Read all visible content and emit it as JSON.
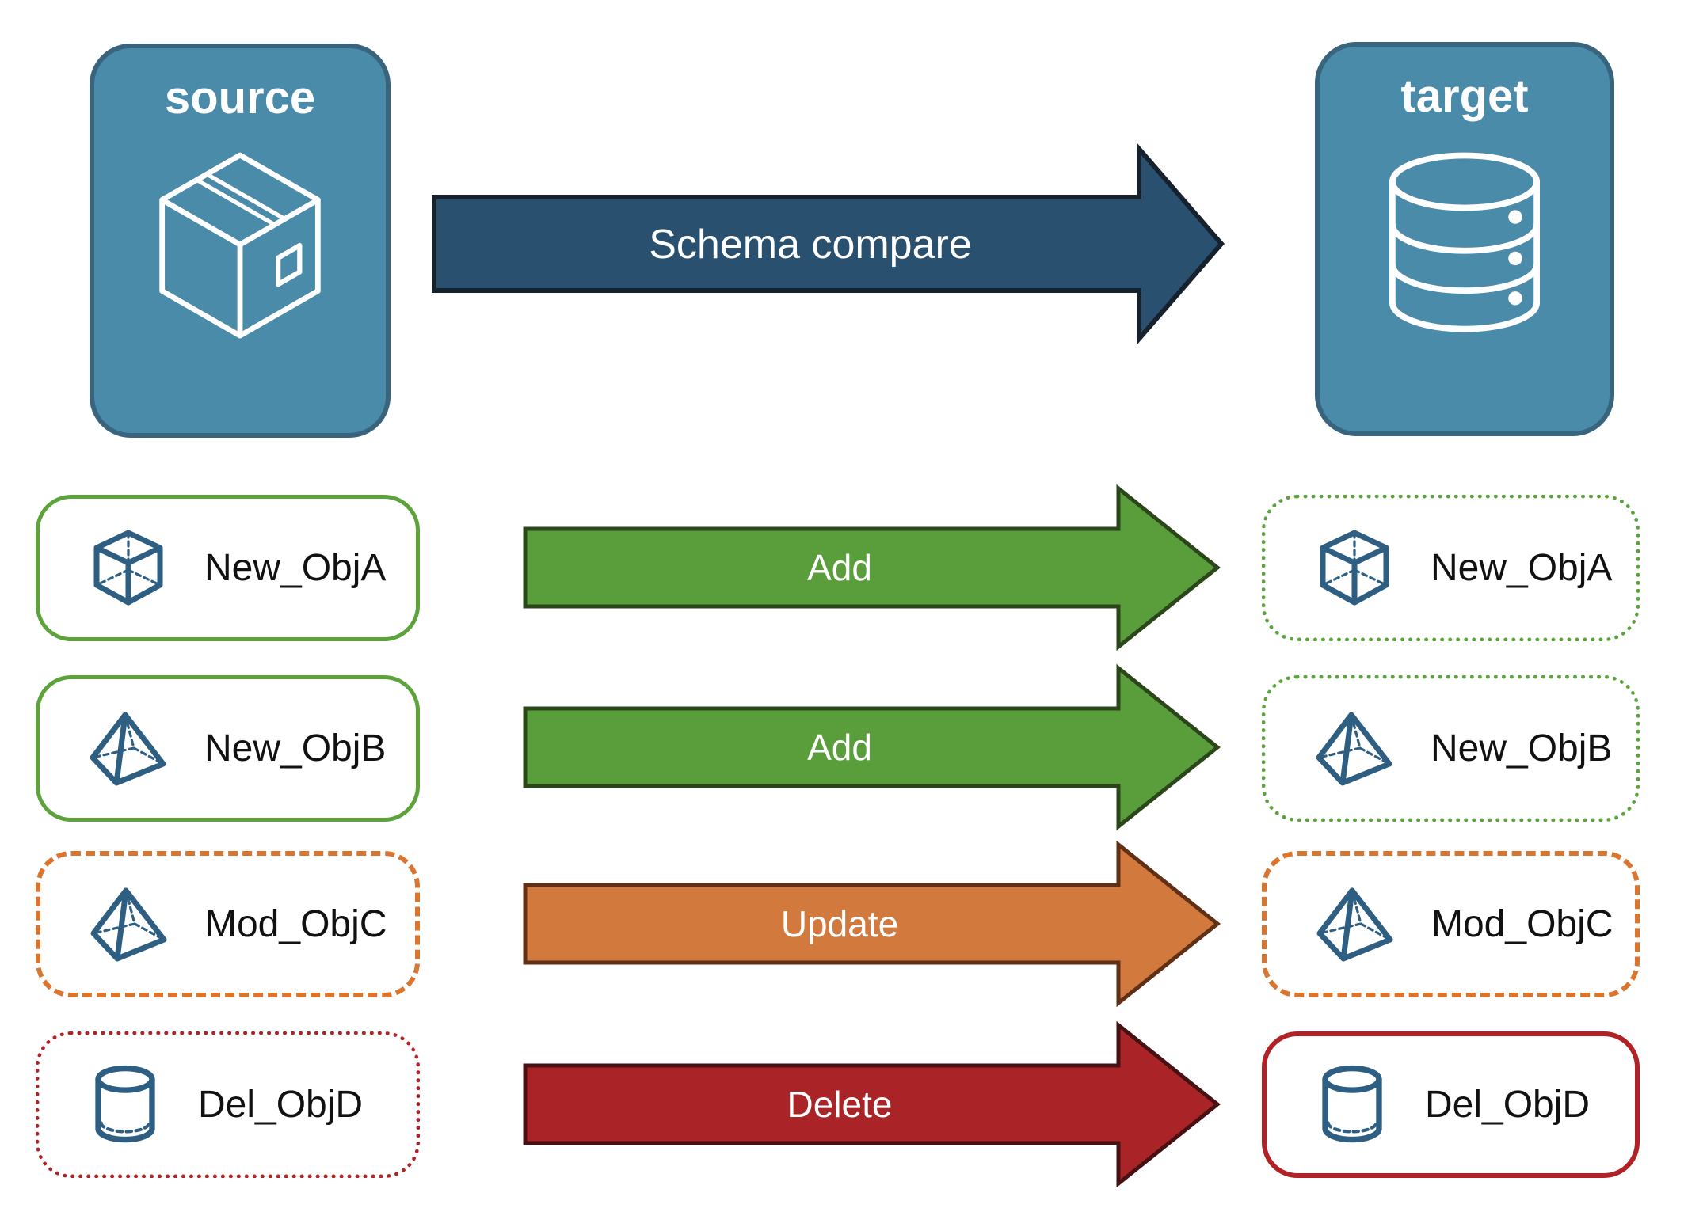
{
  "source_node": {
    "label": "source",
    "icon": "package-icon"
  },
  "target_node": {
    "label": "target",
    "icon": "database-icon"
  },
  "main_arrow": {
    "label": "Schema compare"
  },
  "rows": [
    {
      "name": "New_ObjA",
      "action": "Add",
      "icon": "cube-icon",
      "source_border": "green-solid",
      "target_border": "green-dotted"
    },
    {
      "name": "New_ObjB",
      "action": "Add",
      "icon": "pyramid-icon",
      "source_border": "green-solid",
      "target_border": "green-dotted"
    },
    {
      "name": "Mod_ObjC",
      "action": "Update",
      "icon": "pyramid-icon",
      "source_border": "orange-dashed",
      "target_border": "orange-dashed"
    },
    {
      "name": "Del_ObjD",
      "action": "Delete",
      "icon": "cylinder-icon",
      "source_border": "red-dotted",
      "target_border": "red-solid"
    }
  ],
  "colors": {
    "node-fill": "#4A8BAA",
    "node-border": "#38647D",
    "main-arrow-fill": "#2A5070",
    "main-arrow-border": "#16212E",
    "add-fill": "#5A9E3B",
    "add-border": "#2B461B",
    "green-line": "#5CA33C",
    "update-fill": "#D2793E",
    "update-border": "#5F2F16",
    "orange-line": "#D9752F",
    "delete-fill": "#A92327",
    "delete-border": "#471114",
    "red-line": "#B02225",
    "icon-blue": "#2E5F82",
    "label-color": "#111111"
  }
}
